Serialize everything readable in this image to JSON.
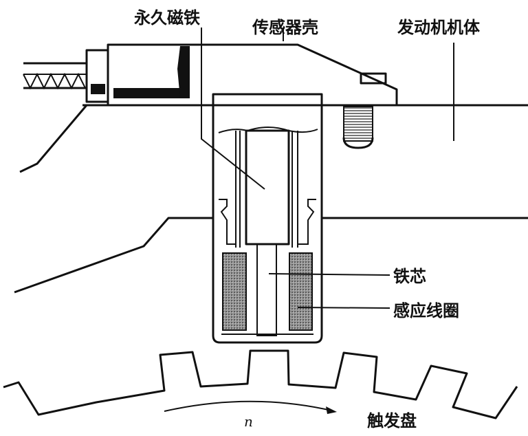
{
  "labels": {
    "permanent_magnet": "永久磁铁",
    "sensor_housing": "传感器壳",
    "engine_block": "发动机机体",
    "iron_core": "铁芯",
    "induction_coil": "感应线圈",
    "trigger_wheel": "触发盘",
    "rotation_symbol": "n"
  },
  "colors": {
    "line": "#111111",
    "coil_fill": "#8a8a8a"
  }
}
